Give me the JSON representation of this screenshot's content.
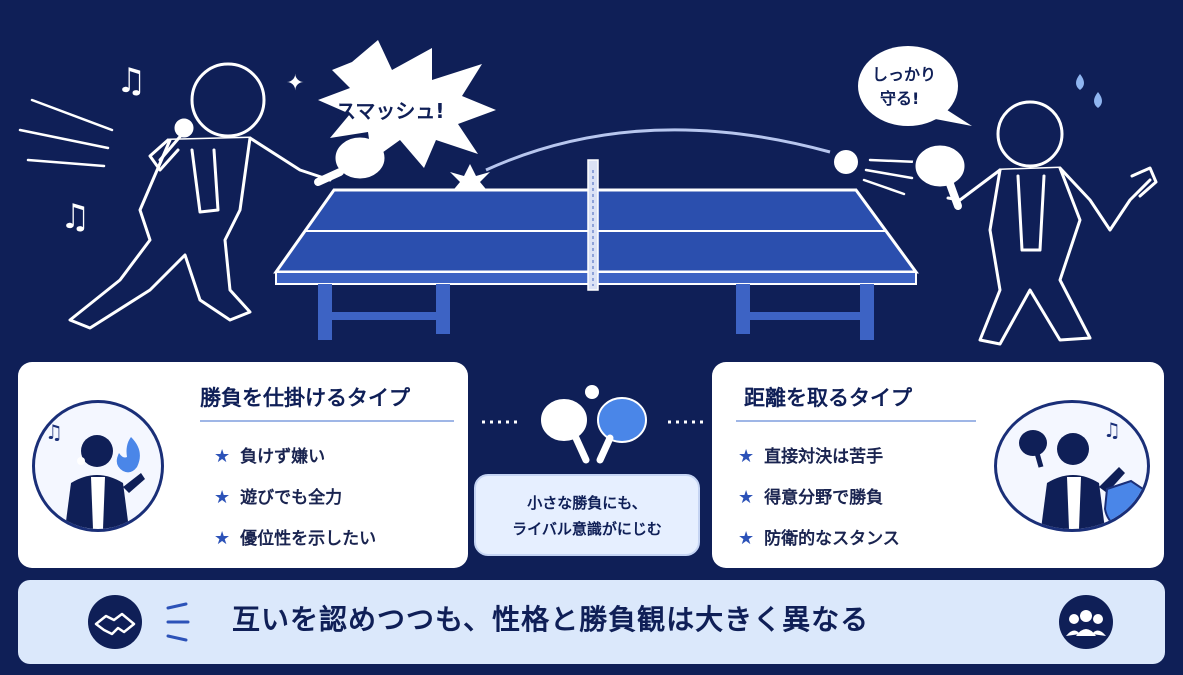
{
  "scene": {
    "smash_shout": "スマッシュ!",
    "defend_line1": "しっかり",
    "defend_line2": "守る!"
  },
  "left_card": {
    "title": "勝負を仕掛けるタイプ",
    "traits": [
      "負けず嫌い",
      "遊びでも全力",
      "優位性を示したい"
    ]
  },
  "right_card": {
    "title": "距離を取るタイプ",
    "traits": [
      "直接対決は苦手",
      "得意分野で勝負",
      "防衛的なスタンス"
    ]
  },
  "center": {
    "line1": "小さな勝負にも、",
    "line2": "ライバル意識がにじむ"
  },
  "banner": {
    "text": "互いを認めつつも、性格と勝負観は大きく異なる"
  },
  "colors": {
    "background": "#0f1f57",
    "accent": "#2c52b8",
    "table": "#2b4fae",
    "banner": "#dbe8fb"
  },
  "icons": {
    "star": "★",
    "note": "♪",
    "handshake": "handshake-icon",
    "group": "group-icon"
  }
}
